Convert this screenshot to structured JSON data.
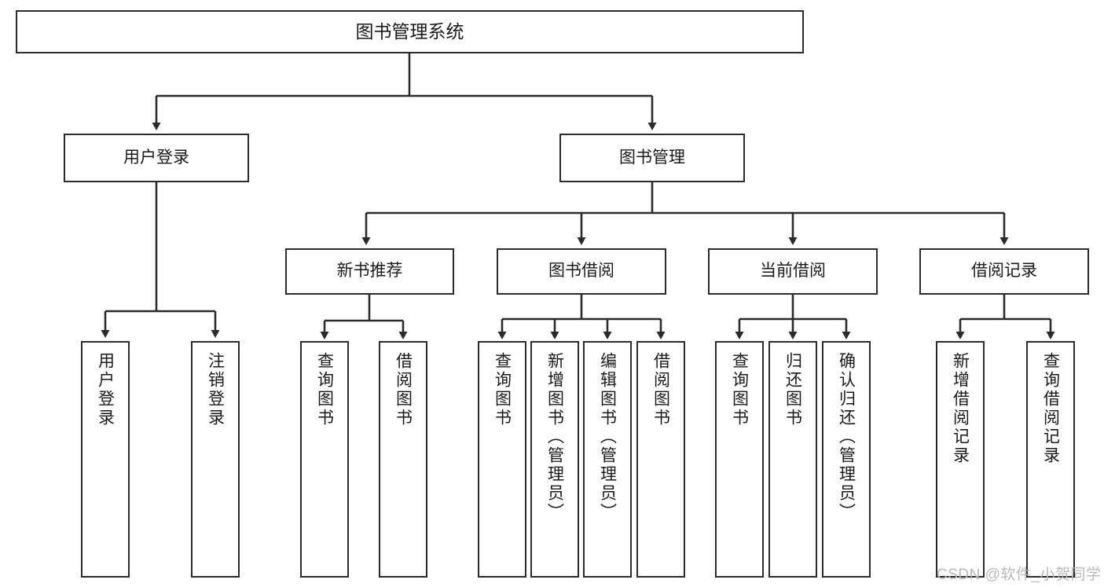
{
  "diagram": {
    "type": "hierarchy-tree",
    "title": "图书管理系统",
    "root": {
      "label": "图书管理系统"
    },
    "level1": [
      {
        "label": "用户登录"
      },
      {
        "label": "图书管理"
      }
    ],
    "level2": [
      {
        "label": "新书推荐"
      },
      {
        "label": "图书借阅"
      },
      {
        "label": "当前借阅"
      },
      {
        "label": "借阅记录"
      }
    ],
    "leaves": {
      "user_login": [
        {
          "label": "用户登录"
        },
        {
          "label": "注销登录"
        }
      ],
      "new_book_recommend": [
        {
          "label": "查询图书"
        },
        {
          "label": "借阅图书"
        }
      ],
      "book_borrow": [
        {
          "label": "查询图书"
        },
        {
          "label": "新增图书（管理员）"
        },
        {
          "label": "编辑图书（管理员）"
        },
        {
          "label": "借阅图书"
        }
      ],
      "current_borrow": [
        {
          "label": "查询图书"
        },
        {
          "label": "归还图书"
        },
        {
          "label": "确认归还（管理员）"
        }
      ],
      "borrow_record": [
        {
          "label": "新增借阅记录"
        },
        {
          "label": "查询借阅记录"
        }
      ]
    }
  },
  "watermark": {
    "text": "CSDN @软件_小贺同学"
  },
  "colors": {
    "border": "#2b2b2b",
    "background": "#ffffff",
    "text": "#1a1a1a",
    "watermark": "#b9b9b9"
  }
}
